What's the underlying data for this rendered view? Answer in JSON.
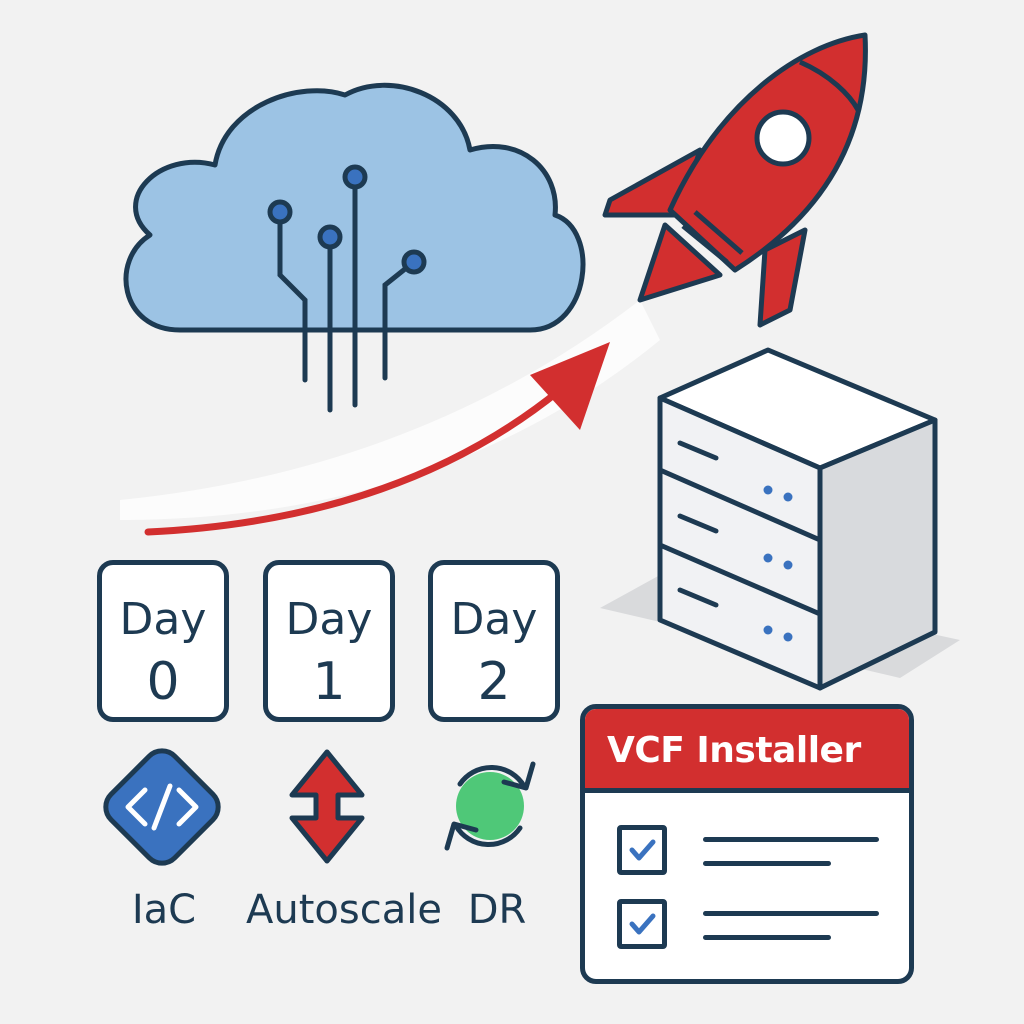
{
  "days": [
    {
      "word": "Day",
      "num": "0",
      "caption": "IaC",
      "icon": "code-icon"
    },
    {
      "word": "Day",
      "num": "1",
      "caption": "Autoscale",
      "icon": "vertical-arrows-icon"
    },
    {
      "word": "Day",
      "num": "2",
      "caption": "DR",
      "icon": "refresh-icon"
    }
  ],
  "installer": {
    "title": "VCF Installer",
    "items": [
      {
        "checked": true
      },
      {
        "checked": true
      }
    ]
  },
  "icons": [
    "cloud-icon",
    "rocket-icon",
    "trajectory-arrow",
    "server-icon",
    "checkbox-icon"
  ],
  "colors": {
    "outline": "#1d3a52",
    "cloud_fill": "#9cc3e4",
    "rocket_red": "#d22f2f",
    "code_blue": "#3a72bf",
    "refresh_green": "#4fc878",
    "background": "#f2f2f2"
  }
}
